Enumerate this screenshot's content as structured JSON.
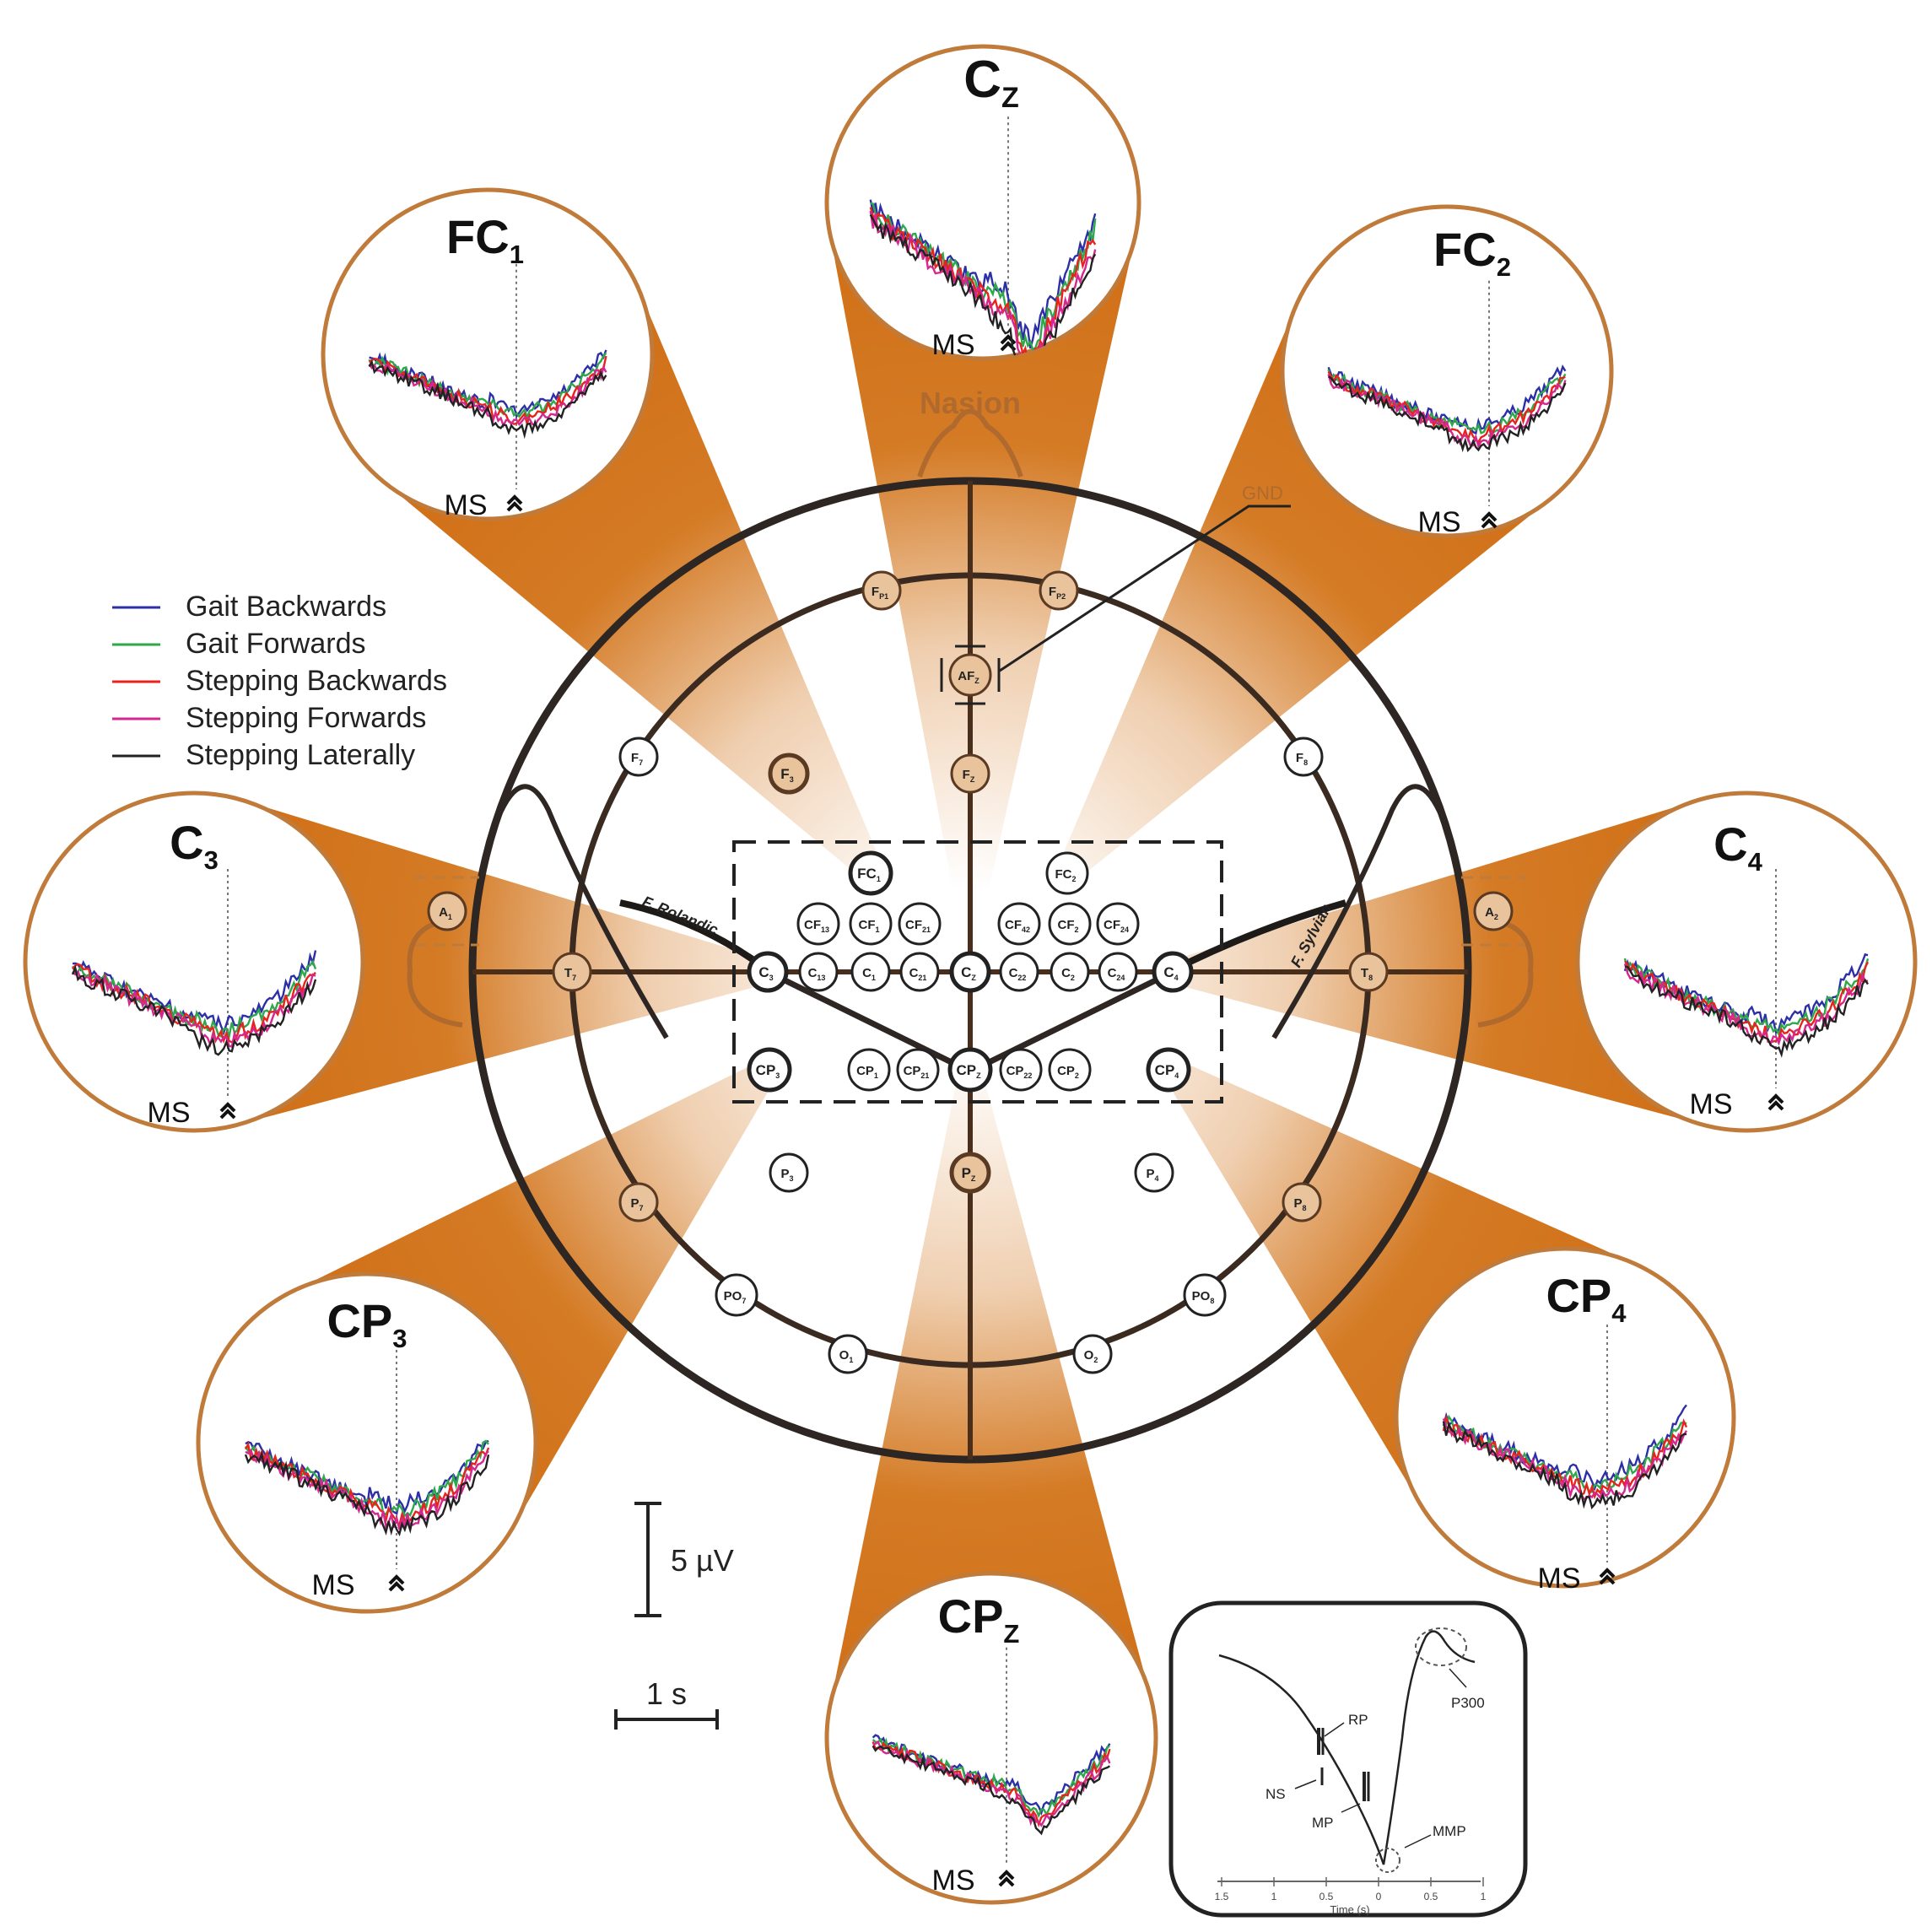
{
  "legend": [
    {
      "label": "Gait Backwards",
      "color": "#2c2fa6"
    },
    {
      "label": "Gait Forwards",
      "color": "#2ea84a"
    },
    {
      "label": "Stepping Backwards",
      "color": "#e8231d"
    },
    {
      "label": "Stepping Forwards",
      "color": "#d4278f"
    },
    {
      "label": "Stepping Laterally",
      "color": "#222222"
    }
  ],
  "colors": {
    "brown": "#c07a3a",
    "dark": "#3a2a20",
    "orange": "#d2741a"
  },
  "head": {
    "nasion": "Nasion",
    "gnd": "GND",
    "rolandic": "F. Rolandic",
    "sylvian": "F. Sylvian"
  },
  "panels": [
    {
      "id": "cz",
      "title": "C",
      "sub": "Z",
      "ms": "MS"
    },
    {
      "id": "fc1",
      "title": "FC",
      "sub": "1",
      "ms": "MS"
    },
    {
      "id": "fc2",
      "title": "FC",
      "sub": "2",
      "ms": "MS"
    },
    {
      "id": "c3",
      "title": "C",
      "sub": "3",
      "ms": "MS"
    },
    {
      "id": "c4",
      "title": "C",
      "sub": "4",
      "ms": "MS"
    },
    {
      "id": "cp3",
      "title": "CP",
      "sub": "3",
      "ms": "MS"
    },
    {
      "id": "cp4",
      "title": "CP",
      "sub": "4",
      "ms": "MS"
    },
    {
      "id": "cpz",
      "title": "CP",
      "sub": "Z",
      "ms": "MS"
    }
  ],
  "electrodes": [
    {
      "m": "F",
      "s": "P1",
      "hl": false
    },
    {
      "m": "F",
      "s": "P2",
      "hl": false
    },
    {
      "m": "AF",
      "s": "Z",
      "hl": false
    },
    {
      "m": "F",
      "s": "7",
      "hl": false
    },
    {
      "m": "F",
      "s": "3",
      "hl": true
    },
    {
      "m": "F",
      "s": "Z",
      "hl": false
    },
    {
      "m": "F",
      "s": "8",
      "hl": false
    },
    {
      "m": "FC",
      "s": "1",
      "hl": true
    },
    {
      "m": "FC",
      "s": "2",
      "hl": false
    },
    {
      "m": "CF",
      "s": "13",
      "hl": false
    },
    {
      "m": "CF",
      "s": "1",
      "hl": false
    },
    {
      "m": "CF",
      "s": "21",
      "hl": false
    },
    {
      "m": "CF",
      "s": "42",
      "hl": false
    },
    {
      "m": "CF",
      "s": "2",
      "hl": false
    },
    {
      "m": "CF",
      "s": "24",
      "hl": false
    },
    {
      "m": "A",
      "s": "1",
      "hl": false
    },
    {
      "m": "T",
      "s": "7",
      "hl": false
    },
    {
      "m": "C",
      "s": "3",
      "hl": true
    },
    {
      "m": "C",
      "s": "13",
      "hl": false
    },
    {
      "m": "C",
      "s": "1",
      "hl": false
    },
    {
      "m": "C",
      "s": "21",
      "hl": false
    },
    {
      "m": "C",
      "s": "Z",
      "hl": true
    },
    {
      "m": "C",
      "s": "22",
      "hl": false
    },
    {
      "m": "C",
      "s": "2",
      "hl": false
    },
    {
      "m": "C",
      "s": "24",
      "hl": false
    },
    {
      "m": "C",
      "s": "4",
      "hl": true
    },
    {
      "m": "T",
      "s": "8",
      "hl": false
    },
    {
      "m": "A",
      "s": "2",
      "hl": false
    },
    {
      "m": "CP",
      "s": "3",
      "hl": true
    },
    {
      "m": "CP",
      "s": "1",
      "hl": false
    },
    {
      "m": "CP",
      "s": "21",
      "hl": false
    },
    {
      "m": "CP",
      "s": "Z",
      "hl": true
    },
    {
      "m": "CP",
      "s": "22",
      "hl": false
    },
    {
      "m": "CP",
      "s": "2",
      "hl": false
    },
    {
      "m": "CP",
      "s": "4",
      "hl": true
    },
    {
      "m": "P",
      "s": "3",
      "hl": false
    },
    {
      "m": "P",
      "s": "Z",
      "hl": true
    },
    {
      "m": "P",
      "s": "4",
      "hl": false
    },
    {
      "m": "P",
      "s": "7",
      "hl": false
    },
    {
      "m": "P",
      "s": "8",
      "hl": false
    },
    {
      "m": "PO",
      "s": "7",
      "hl": false
    },
    {
      "m": "PO",
      "s": "8",
      "hl": false
    },
    {
      "m": "O",
      "s": "1",
      "hl": false
    },
    {
      "m": "O",
      "s": "2",
      "hl": false
    }
  ],
  "scale": {
    "voltage": "5 µV",
    "time": "1 s"
  },
  "inset": {
    "labels": {
      "rp": "RP",
      "ns": "NS",
      "mp": "MP",
      "mmp": "MMP",
      "p300": "P300"
    },
    "ticks": [
      "1.5",
      "1",
      "0.5",
      "0",
      "0.5",
      "1"
    ],
    "xlabel": "Time (s)"
  }
}
